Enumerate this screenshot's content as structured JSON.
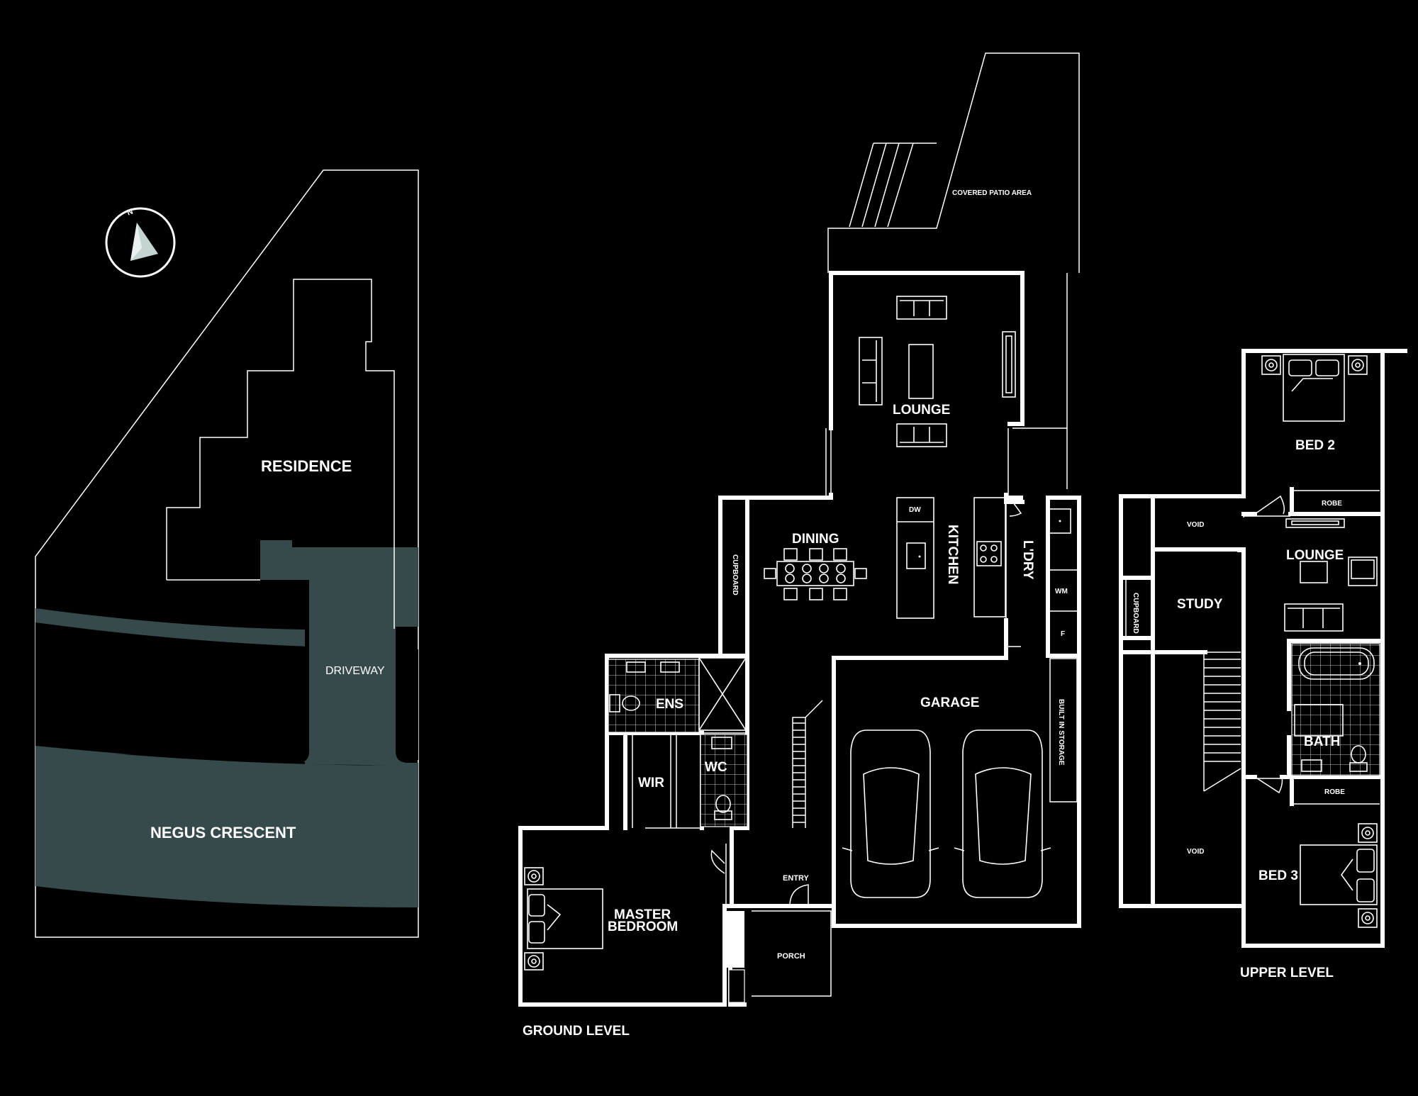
{
  "colors": {
    "background": "#000000",
    "lines": "#ffffff",
    "road": "#364a4b"
  },
  "site": {
    "north_label": "N",
    "residence": "RESIDENCE",
    "driveway": "DRIVEWAY",
    "street": "NEGUS CRESCENT"
  },
  "ground": {
    "covered_patio": "COVERED PATIO AREA",
    "lounge": "LOUNGE",
    "dining": "DINING",
    "kitchen": "KITCHEN",
    "dishwasher": "DW",
    "laundry": "L'DRY",
    "washing_machine": "WM",
    "fridge": "F",
    "cupboard": "CUPBOARD",
    "garage": "GARAGE",
    "built_in_storage": "BUILT IN STORAGE",
    "ensuite": "ENS",
    "wir": "WIR",
    "wc": "WC",
    "entry": "ENTRY",
    "porch": "PORCH",
    "master_line1": "MASTER",
    "master_line2": "BEDROOM",
    "level_label": "GROUND LEVEL"
  },
  "upper": {
    "bed2": "BED 2",
    "robe_top": "ROBE",
    "void_top": "VOID",
    "lounge": "LOUNGE",
    "cupboard": "CUPBOARD",
    "study": "STUDY",
    "bath": "BATH",
    "robe_bottom": "ROBE",
    "void_bottom": "VOID",
    "bed3": "BED 3",
    "level_label": "UPPER LEVEL"
  }
}
